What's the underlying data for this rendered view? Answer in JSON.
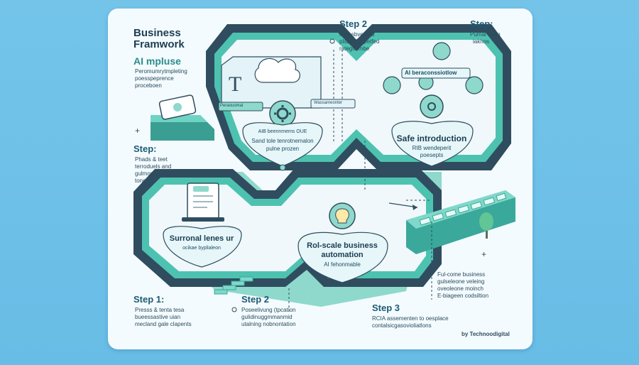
{
  "header": {
    "title_line1": "Business",
    "title_line2": "Framwork",
    "impulse": "AI mpluse",
    "impulse_desc1": "Peromumrytmpleting",
    "impulse_desc2": "poesspeprence",
    "impulse_desc3": "proceboen"
  },
  "top": {
    "step2_label": "Step 2",
    "step2_desc1": "Perosbvemral",
    "step2_desc2": "plsbind a petfed",
    "step2_desc3": "rategosmbe",
    "step_right_label": "Step:",
    "step_right_desc1": "Pumal team",
    "step_right_desc2": "lakhos"
  },
  "left": {
    "step_label": "Step:",
    "desc1": "Phads  & teet",
    "desc2": "terroduels and",
    "desc3": "gulmon",
    "desc4": "tone'"
  },
  "nodes": {
    "node1_top": "AIB beennmems OUE",
    "node1_line1": "Sand tole tenrotnemalon",
    "node1_line2": "pulne prozen",
    "node2_title": "Safe introduction",
    "node2_line1": "RIB wendeperit",
    "node2_line2": "poesepts",
    "node3_title": "Surronal lenes ur",
    "node3_line1": "ocikae byplialeon",
    "node4_title_line1": "Rol-scale business",
    "node4_title_line2": "automation",
    "node4_line1": "AI fehonmable",
    "board_label1": "Peraouomal",
    "board_label2": "Wassameonter",
    "ai_bar": "AI beraconssiotlow"
  },
  "bottom": {
    "step1_label": "Step 1:",
    "step1_desc1": "Presss & tenta tesa",
    "step1_desc2": "bueessastive uian",
    "step1_desc3": "mecland gale clapents",
    "step2_label": "Step 2",
    "step2_desc1": "Poseelivung (tpcation",
    "step2_desc2": "gulidinuggmmanmid",
    "step2_desc3": "utalning nobnontation",
    "step3_label": "Step 3",
    "step3_desc1": "RCIA assementen to oesplace",
    "step3_desc2": "contalsicgasovioliatlons",
    "right_desc1": "Ful-come business",
    "right_desc2": "gulseleone veleing",
    "right_desc3": "oveoleone moinch",
    "right_desc4": "E-biageen codsiltion"
  },
  "footer": {
    "credit": "by Technoodigital"
  },
  "colors": {
    "background": "#6ec1e8",
    "card": "#f4fbff",
    "track_dark": "#2f4d5f",
    "teal": "#5cc8b8",
    "teal_light": "#a8e6dc"
  }
}
